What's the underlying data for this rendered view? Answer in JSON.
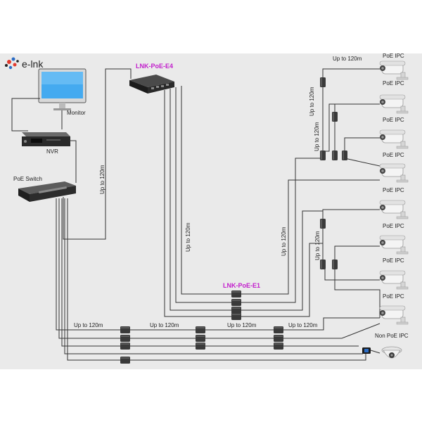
{
  "brand": {
    "logo_text": "e-lnk",
    "logo_colors": [
      "#e23b2e",
      "#2b6cc4",
      "#222222"
    ]
  },
  "devices": {
    "monitor_label": "Monitor",
    "nvr_label": "NVR",
    "switch_label": "PoE Switch",
    "extender_4port_label": "LNK-PoE-E4",
    "extender_1port_label": "LNK-PoE-E1"
  },
  "cameras": {
    "poe_ipc_label": "PoE IPC",
    "non_poe_ipc_label": "Non PoE IPC",
    "poe_ipc_count": 8
  },
  "distances": {
    "up_to": "Up to 120m"
  },
  "colors": {
    "background": "#eaeaea",
    "accent_label": "#c21dcc",
    "wire": "#333333"
  }
}
